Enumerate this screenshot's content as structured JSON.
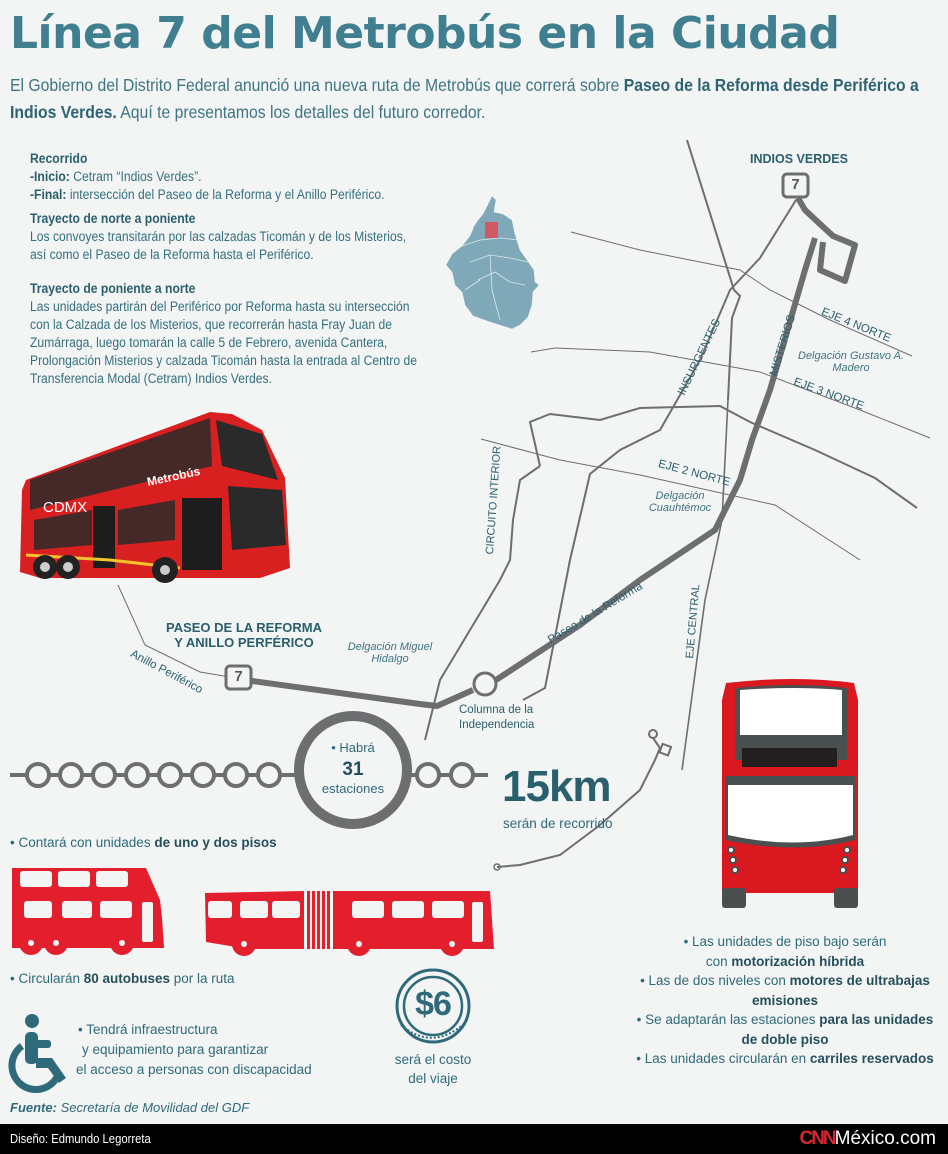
{
  "header": {
    "title": "Línea 7 del Metrobús en la Ciudad",
    "intro_pre": "El Gobierno del Distrito Federal anunció una nueva ruta de Metrobús que correrá sobre ",
    "intro_bold": "Paseo de la Reforma desde Periférico a Indios Verdes.",
    "intro_post": " Aquí te presentamos los detalles del  futuro corredor."
  },
  "info": {
    "recorrido_title": "Recorrido",
    "inicio_label": "-Inicio:",
    "inicio_text": " Cetram “Indios Verdes”.",
    "final_label": "-Final:",
    "final_text": " intersección del Paseo de la Reforma y el Anillo Periférico.",
    "norte_poniente_title": "Trayecto de norte a poniente",
    "norte_poniente_text": "Los convoyes transitarán por las calzadas Ticomán y de los Misterios, así como el Paseo de la Reforma hasta el Periférico.",
    "poniente_norte_title": "Trayecto de poniente a norte",
    "poniente_norte_text": "Las unidades partirán del Periférico por Reforma hasta su intersección con la Calzada de los Misterios, que recorrerán hasta Fray Juan de Zumárraga, luego tomarán la calle 5 de Febrero, avenida Cantera, Prolongación Misterios y calzada Ticomán hasta la entrada al Centro de Transferencia Modal (Cetram) Indios Verdes."
  },
  "map": {
    "start_station": "INDIOS VERDES",
    "end_station_line1": "PASEO DE LA REFORMA",
    "end_station_line2": "Y ANILLO PERFÉRICO",
    "line_number": "7",
    "streets": {
      "insurgentes": "INSURGENTES",
      "misterios": "MISTERIOS",
      "eje4": "EJE 4 NORTE",
      "eje3": "EJE 3 NORTE",
      "eje2": "EJE 2 NORTE",
      "circuito": "CIRCUITO INTERIOR",
      "eje_central": "EJE CENTRAL",
      "reforma": "Paseo de la Reforma",
      "periferico": "Anillo Periférico"
    },
    "delegaciones": {
      "gam_1": "Delgación Gustavo A.",
      "gam_2": "Madero",
      "cuauh_1": "Delgación",
      "cuauh_2": "Cuauhtémoc",
      "mh_1": "Delgación Miguel",
      "mh_2": "Hidalgo"
    },
    "landmark_1": "Columna de la",
    "landmark_2": "Independencia",
    "bus_photo_text": {
      "cdmx": "CDMX",
      "brand": "Metrobús"
    }
  },
  "stats": {
    "stations_pre": "• Habrá",
    "stations_count": "31",
    "stations_post": "estaciones",
    "distance": "15km",
    "distance_caption": "serán de recorrido",
    "units_pre": "• Contará con unidades ",
    "units_bold": "de uno y dos pisos",
    "buses_pre": "• Circularán ",
    "buses_bold": "80 autobuses",
    "buses_post": " por la ruta",
    "access_1": "• Tendrá infraestructura",
    "access_2": "y equipamiento para garantizar",
    "access_3": "el acceso a personas con discapacidad",
    "fare": "$6",
    "fare_caption_1": "será el costo",
    "fare_caption_2": "del viaje"
  },
  "bullets": [
    {
      "pre": "• Las unidades de piso bajo serán",
      "br": "con ",
      "bold": "motorización híbrida",
      "post": ""
    },
    {
      "pre": "• Las de dos niveles con ",
      "bold": "motores de ultrabajas emisiones",
      "post": ""
    },
    {
      "pre": "• Se adaptarán las estaciones ",
      "bold": "para las unidades de doble piso",
      "post": ""
    },
    {
      "pre": "• Las unidades circularán en ",
      "bold": "carriles reservados",
      "post": ""
    }
  ],
  "source": {
    "label": "Fuente:",
    "text": " Secretaría de Movilidad del GDF"
  },
  "footer": {
    "design": "Diseño: Edmundo Legorreta",
    "brand_red": "CNN",
    "brand_text": "México.com"
  },
  "colors": {
    "teal": "#2e6a7a",
    "title": "#3f7f8f",
    "red": "#e31e2d",
    "gray": "#6d6e70",
    "map_blue": "#7fa9b8",
    "bg": "#f3f4f4"
  }
}
